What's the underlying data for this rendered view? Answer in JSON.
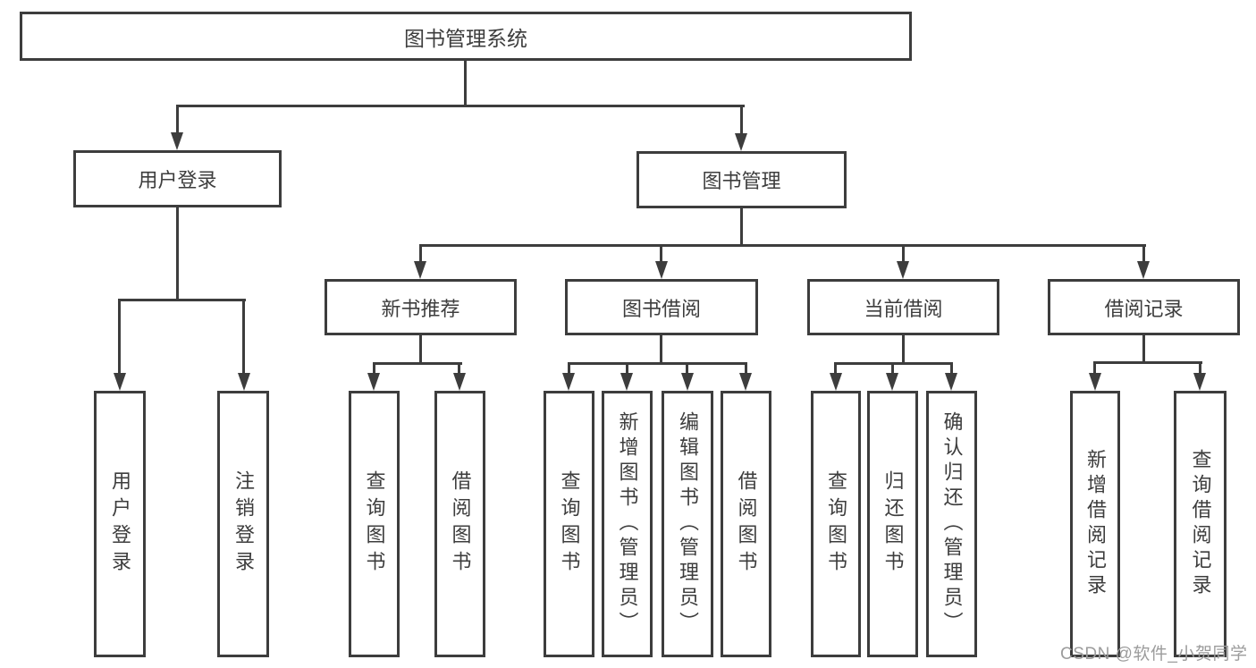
{
  "diagram": {
    "root": {
      "label": "图书管理系统"
    },
    "level2": [
      {
        "label": "用户登录",
        "children": [
          {
            "label": "用户登录"
          },
          {
            "label": "注销登录"
          }
        ]
      },
      {
        "label": "图书管理",
        "children": [
          {
            "label": "新书推荐",
            "children": [
              {
                "label": "查询图书"
              },
              {
                "label": "借阅图书"
              }
            ]
          },
          {
            "label": "图书借阅",
            "children": [
              {
                "label": "查询图书"
              },
              {
                "label": "新增图书（管理员）"
              },
              {
                "label": "编辑图书（管理员）"
              },
              {
                "label": "借阅图书"
              }
            ]
          },
          {
            "label": "当前借阅",
            "children": [
              {
                "label": "查询图书"
              },
              {
                "label": "归还图书"
              },
              {
                "label": "确认归还（管理员）"
              }
            ]
          },
          {
            "label": "借阅记录",
            "children": [
              {
                "label": "新增借阅记录"
              },
              {
                "label": "查询借阅记录"
              }
            ]
          }
        ]
      }
    ]
  },
  "watermark": {
    "text": "CSDN @软件_小贺同学"
  },
  "colors": {
    "line": "#3d3d3d",
    "text": "#3d3d3d",
    "box_background": "#ffffff",
    "watermark": "#9c9c9c",
    "page_background": "#ffffff"
  }
}
